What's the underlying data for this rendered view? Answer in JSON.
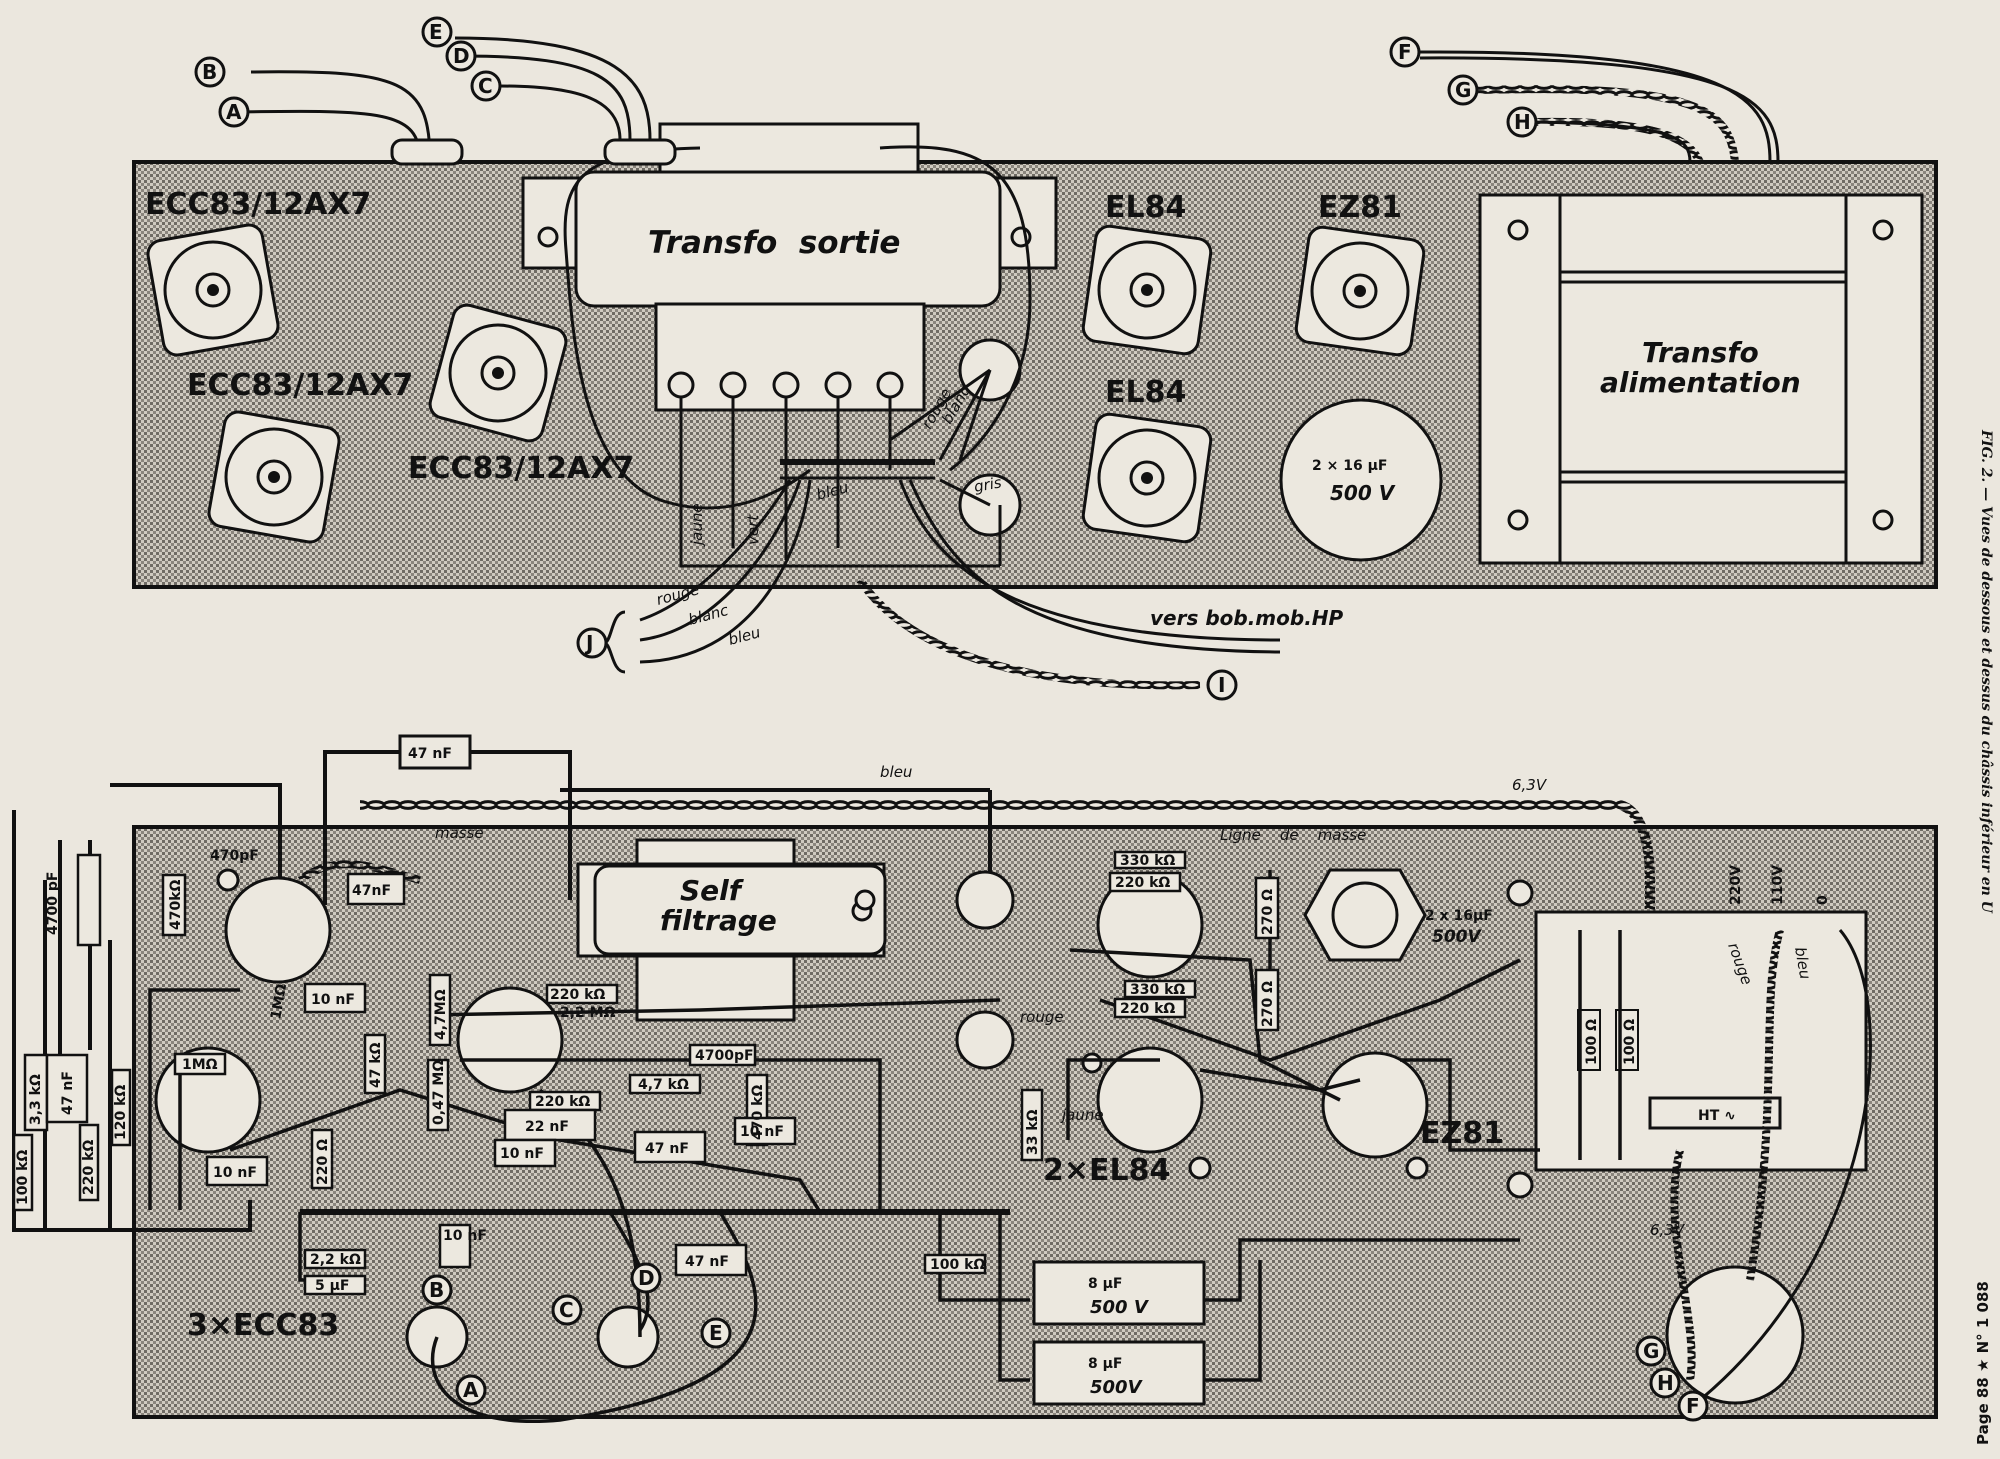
{
  "top_view": {
    "tube_labels": {
      "ecc83_1": "ECC83/12AX7",
      "ecc83_2": "ECC83/12AX7",
      "ecc83_3": "ECC83/12AX7",
      "el84_1": "EL84",
      "el84_2": "EL84",
      "ez81": "EZ81"
    },
    "output_transformer": "Transfo  sortie",
    "power_transformer_line1": "Transfo",
    "power_transformer_line2": "alimentation",
    "capacitor_line1": "2 × 16 µF",
    "capacitor_line2": "500 V",
    "wire_labels": {
      "jaune": "jaune",
      "vert": "vert",
      "bleu": "bleu",
      "rouge": "rouge",
      "blanc": "blanc",
      "gris": "gris",
      "rouge_out": "rouge",
      "blanc_out": "blanc",
      "bleu_out": "bleu",
      "vers_hp": "vers bob.mob.HP"
    },
    "connector_letters": [
      "A",
      "B",
      "C",
      "D",
      "E",
      "F",
      "G",
      "H",
      "I",
      "J"
    ]
  },
  "bottom_view": {
    "self_line1": "Self",
    "self_line2": "filtrage",
    "cap_47nF_top": "47 nF",
    "wire_bleu": "bleu",
    "wire_63v": "6,3V",
    "wire_63v_2": "6,3V",
    "masse": "masse",
    "ligne_de_masse": "Ligne    de    masse",
    "cap_2x16_line1": "2 x 16µF",
    "cap_2x16_line2": "500V",
    "ez81": "EZ81",
    "el84x2": "2×EL84",
    "ecc83x3": "3×ECC83",
    "ht": "HT ∿",
    "v220": "220V",
    "v110": "110V",
    "v0": "0",
    "rouge": "rouge",
    "bleu2": "bleu",
    "cap_8uF_1_line1": "8 µF",
    "cap_8uF_1_line2": "500 V",
    "cap_8uF_2_line1": "8 µF",
    "cap_8uF_2_line2": "500V",
    "components": {
      "c470pF": "470pF",
      "r470k": "470kΩ",
      "c4700pF_left": "4700 pF",
      "c47nF_a": "47nF",
      "c10nF_a": "10 nF",
      "r1M": "1MΩ",
      "c10nF_b": "10 nF",
      "r33k_left": "3,3 kΩ",
      "c47nF_left": "47 nF",
      "r100k_left": "100 kΩ",
      "r220k_left": "220 kΩ",
      "r120k": "120 kΩ",
      "r1M_b": "1MΩ",
      "r4_7M": "4,7MΩ",
      "r47k": "47 kΩ",
      "r220_ohm": "220 Ω",
      "r220k_a": "220 kΩ",
      "r2_2M": "2,2 MΩ",
      "r0_47M": "0,47 MΩ",
      "r220k_b": "220 kΩ",
      "c22nF": "22 nF",
      "c10nF_c": "10 nF",
      "c47nF_b": "47 nF",
      "c4700pF_mid": "4700pF",
      "r470k_b": "470 kΩ",
      "c10nF_d": "10 nF",
      "r4_7k": "4,7 kΩ",
      "c47nF_c": "47 nF",
      "r2_2k": "2,2 kΩ",
      "c5uF": "5 µF",
      "c10nF_e": "10 nF",
      "r100k_b": "100 kΩ",
      "r33k_b": "33 kΩ",
      "r330k_a": "330 kΩ",
      "r220k_c": "220 kΩ",
      "r330k_b": "330 kΩ",
      "r220k_d": "220 kΩ",
      "r270_a": "270 Ω",
      "r270_b": "270 Ω",
      "r100_a": "100 Ω",
      "r100_b": "100 Ω",
      "rouge_small": "rouge",
      "jaune_small": "jaune"
    },
    "connector_letters": [
      "A",
      "B",
      "C",
      "D",
      "E",
      "F",
      "G",
      "H"
    ]
  },
  "caption": "FIG. 2. — Vues de dessous et dessus du châssis inférieur en U",
  "page_number": "Page 88 ★ N° 1 088"
}
